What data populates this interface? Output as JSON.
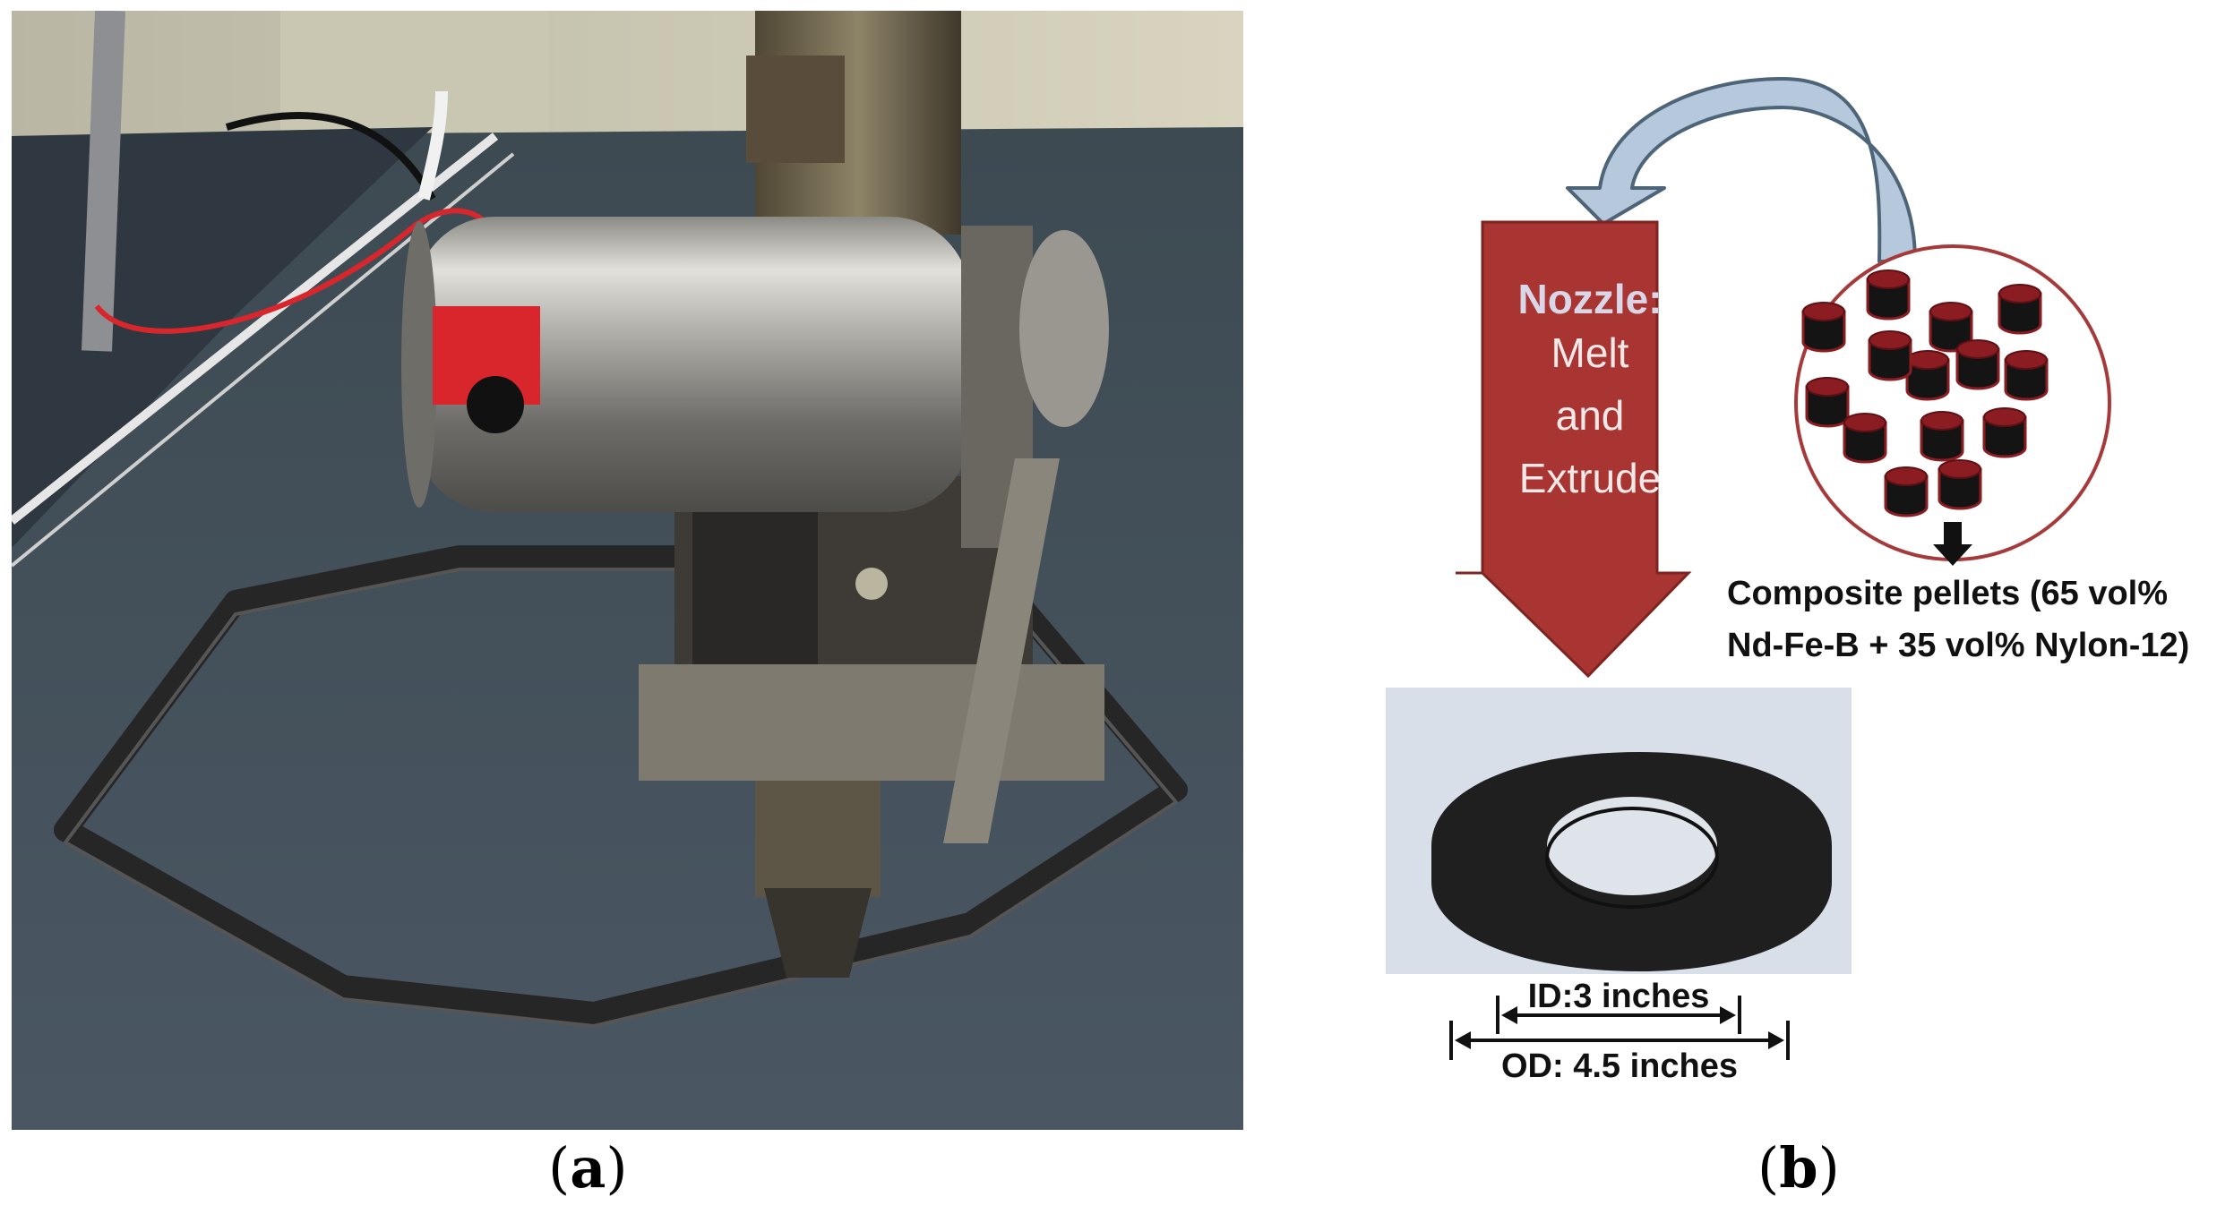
{
  "panels": {
    "a": {
      "caption_open": "(",
      "caption_letter": "a",
      "caption_close": ")"
    },
    "b": {
      "caption_open": "(",
      "caption_letter": "b",
      "caption_close": ")"
    }
  },
  "diagram": {
    "nozzle_title": "Nozzle:",
    "nozzle_lines": [
      "Melt",
      "and",
      "Extrude"
    ],
    "pellets_label_line1": "Composite pellets (65 vol%",
    "pellets_label_line2": "Nd-Fe-B + 35 vol% Nylon-12)",
    "id_label": "ID:3 inches",
    "od_label": "OD: 4.5 inches"
  },
  "colors": {
    "nozzle_fill": "#a93532",
    "nozzle_title": "#d9d6e8",
    "nozzle_text": "#f2e8e8",
    "pellet_fill": "#141414",
    "pellet_rim": "#8b1c22",
    "circle_stroke": "#a63a3a",
    "arrow_fill": "#b5c8dc",
    "arrow_stroke": "#4e6478"
  }
}
